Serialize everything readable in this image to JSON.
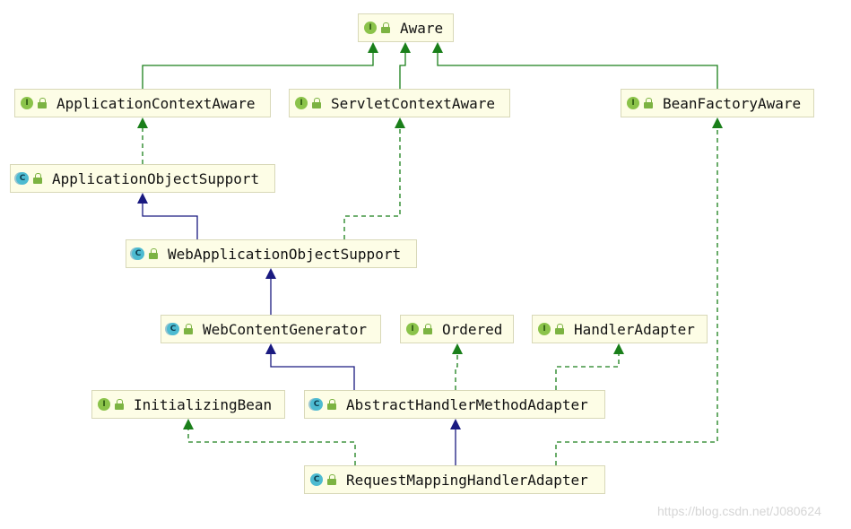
{
  "nodes": {
    "aware": {
      "label": "Aware",
      "kind": "I"
    },
    "application_context_aware": {
      "label": "ApplicationContextAware",
      "kind": "I"
    },
    "servlet_context_aware": {
      "label": "ServletContextAware",
      "kind": "I"
    },
    "bean_factory_aware": {
      "label": "BeanFactoryAware",
      "kind": "I"
    },
    "application_object_support": {
      "label": "ApplicationObjectSupport",
      "kind": "C"
    },
    "web_application_object_support": {
      "label": "WebApplicationObjectSupport",
      "kind": "C"
    },
    "web_content_generator": {
      "label": "WebContentGenerator",
      "kind": "C"
    },
    "ordered": {
      "label": "Ordered",
      "kind": "I"
    },
    "handler_adapter": {
      "label": "HandlerAdapter",
      "kind": "I"
    },
    "initializing_bean": {
      "label": "InitializingBean",
      "kind": "I"
    },
    "abstract_handler_method_adapter": {
      "label": "AbstractHandlerMethodAdapter",
      "kind": "C"
    },
    "request_mapping_handler_adapter": {
      "label": "RequestMappingHandlerAdapter",
      "kind": "C"
    }
  },
  "relations": [
    {
      "from": "application_context_aware",
      "to": "aware",
      "type": "extends-interface"
    },
    {
      "from": "servlet_context_aware",
      "to": "aware",
      "type": "extends-interface"
    },
    {
      "from": "bean_factory_aware",
      "to": "aware",
      "type": "extends-interface"
    },
    {
      "from": "application_object_support",
      "to": "application_context_aware",
      "type": "implements"
    },
    {
      "from": "web_application_object_support",
      "to": "application_object_support",
      "type": "extends-class"
    },
    {
      "from": "web_application_object_support",
      "to": "servlet_context_aware",
      "type": "implements"
    },
    {
      "from": "web_content_generator",
      "to": "web_application_object_support",
      "type": "extends-class"
    },
    {
      "from": "abstract_handler_method_adapter",
      "to": "web_content_generator",
      "type": "extends-class"
    },
    {
      "from": "abstract_handler_method_adapter",
      "to": "ordered",
      "type": "implements"
    },
    {
      "from": "abstract_handler_method_adapter",
      "to": "handler_adapter",
      "type": "implements"
    },
    {
      "from": "request_mapping_handler_adapter",
      "to": "abstract_handler_method_adapter",
      "type": "extends-class"
    },
    {
      "from": "request_mapping_handler_adapter",
      "to": "initializing_bean",
      "type": "implements"
    },
    {
      "from": "request_mapping_handler_adapter",
      "to": "bean_factory_aware",
      "type": "implements"
    }
  ],
  "colors": {
    "interface_link": "#1a7f1a",
    "class_link": "#1a1a80",
    "node_bg": "#fdfde6",
    "node_border": "#d8d8b8"
  },
  "watermark": "https://blog.csdn.net/J080624"
}
